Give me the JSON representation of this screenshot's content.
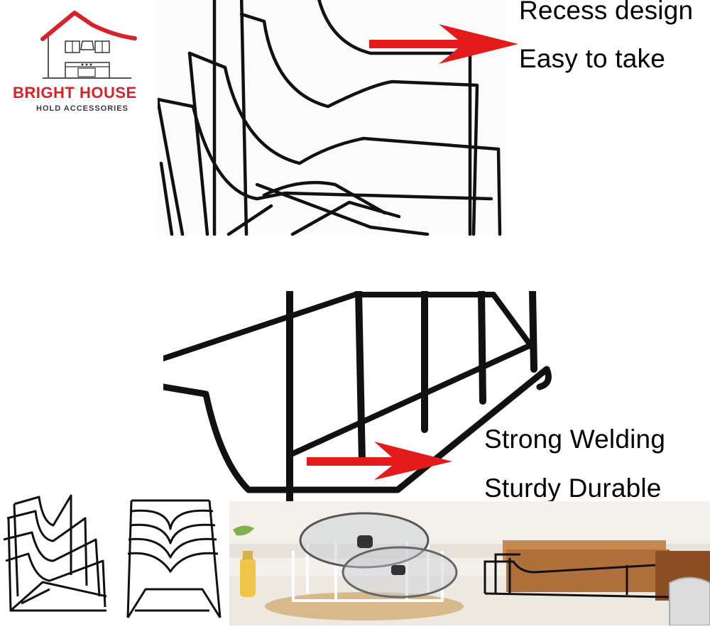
{
  "brand": {
    "name": "BRIGHT HOUSE",
    "tagline": "HOLD ACCESSORIES",
    "accent_color": "#d6232a"
  },
  "features": {
    "recess_title": "Recess design",
    "recess_subtitle": "Easy to take",
    "welding_title": "Strong Welding",
    "welding_subtitle": "Sturdy Durable"
  },
  "icons": {
    "logo": "house-kitchen-logo-icon",
    "arrow": "red-arrow-icon"
  },
  "colors": {
    "wire": "#111111",
    "arrow": "#e41b1b",
    "counter": "#f2efe9"
  }
}
